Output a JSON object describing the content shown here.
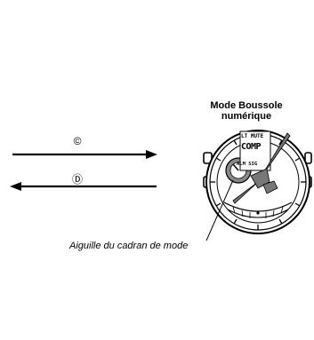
{
  "title": [
    "Mode Boussole",
    "numérique"
  ],
  "buttons": {
    "c": "©",
    "d": "Ⓓ"
  },
  "caption": "Aiguille du cadran de mode",
  "watch_lcd": {
    "line1": "LT MUTE",
    "line2": "COMP",
    "line3": "ALM SIG"
  }
}
